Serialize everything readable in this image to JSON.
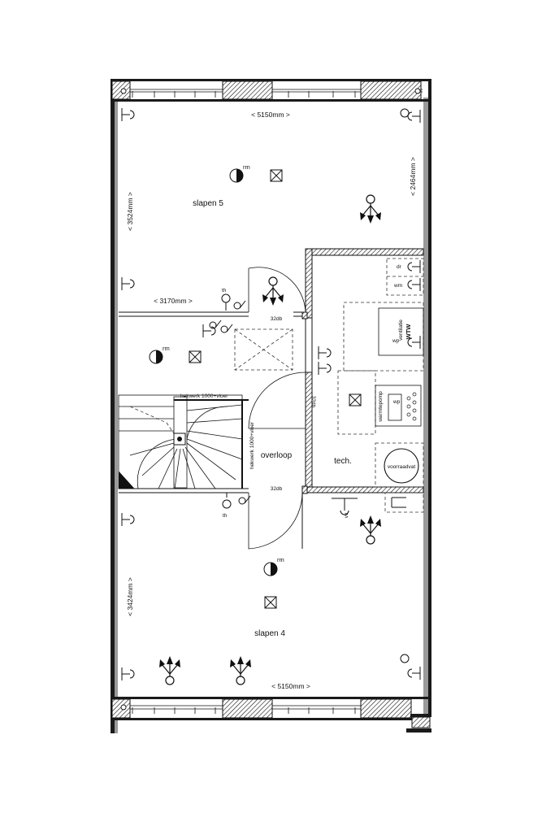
{
  "rooms": {
    "slapen5": "slapen 5",
    "slapen4": "slapen 4",
    "overloop": "overloop",
    "tech": "tech."
  },
  "dimensions": {
    "top_width": "< 5150mm >",
    "bottom_width": "< 5150mm >",
    "slapen5_height": "< 3524mm >",
    "slapen4_height": "< 3424mm >",
    "right_height": "< 2464mm >",
    "mid_width": "< 3170mm >"
  },
  "labels": {
    "rm_top": "rm",
    "rm_mid": "rm",
    "rm_bottom": "rm",
    "th_top": "th",
    "th_bottom": "th",
    "db_1": "32db",
    "db_2": "32db",
    "db_3": "32db",
    "hekwerk_horizontal": "hekwerk 1000+vloer",
    "hekwerk_vertical": "hekwerk 1000+vloer",
    "dr": "dr",
    "wm": "wm",
    "ventilatie": "ventilatie",
    "wtw": "WTW",
    "wp_vent": "wp",
    "warmtepomp": "warmtepomp",
    "wp_pump": "wp",
    "voorraadvat": "voorraadvat",
    "vv": "vv"
  },
  "icons": {
    "smoke_detector": "smoke-detector-icon",
    "ceiling_box": "junction-box-icon",
    "light_fixture": "ceiling-light-icon",
    "thermostat": "thermostat-icon",
    "switch": "switch-icon"
  }
}
